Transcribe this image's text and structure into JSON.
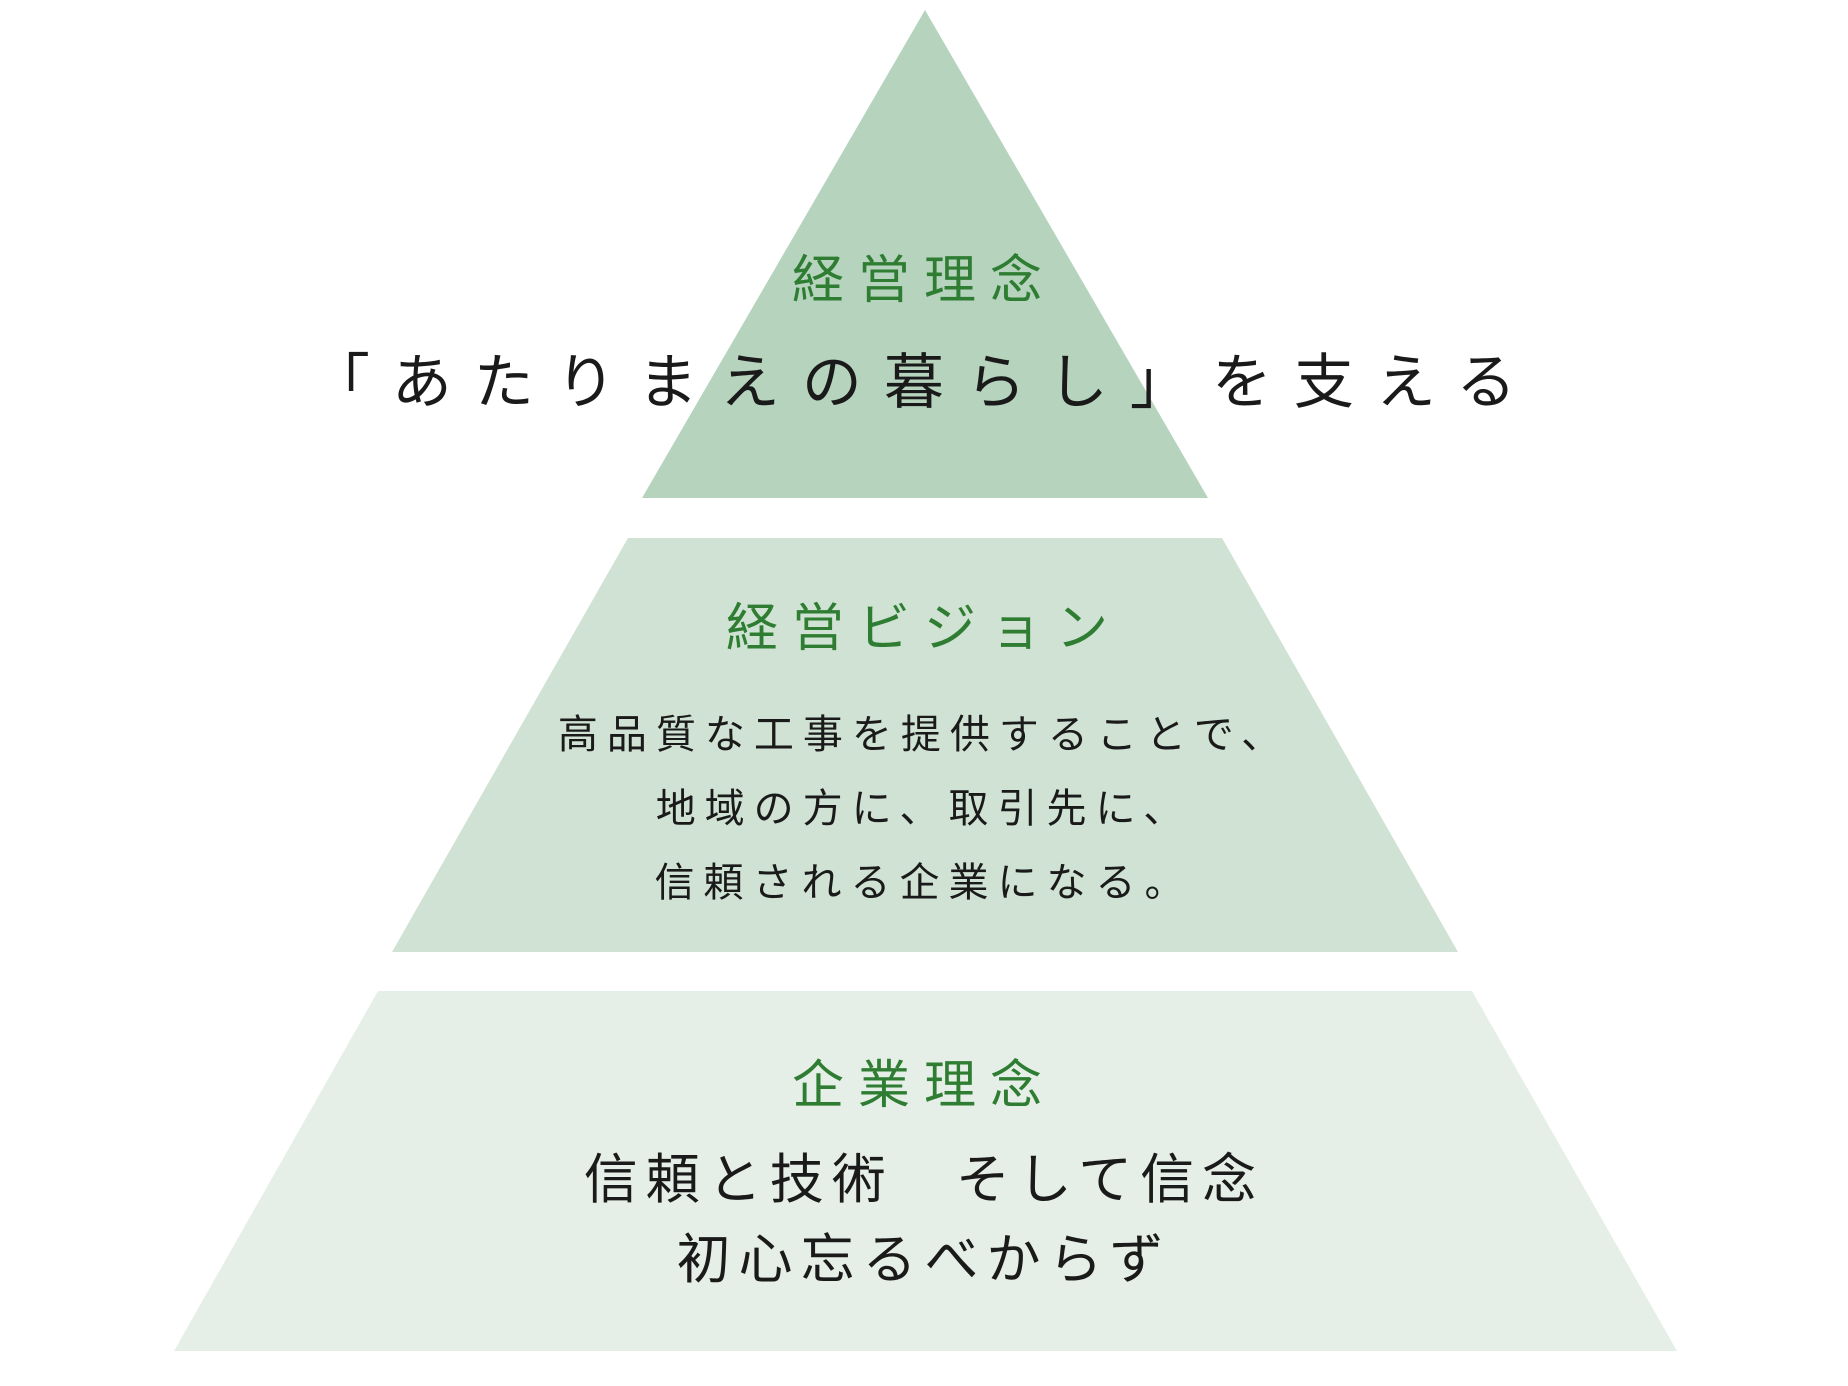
{
  "colors": {
    "top_fill": "#b5d3bd",
    "middle_fill": "#cfe2d3",
    "bottom_fill": "#e6efe7",
    "heading": "#2e7d32",
    "body_text": "#1a1a1a",
    "background": "#ffffff"
  },
  "pyramid": {
    "top": {
      "heading": "経営理念",
      "lines": [
        "「あたりまえの暮らし」を支える"
      ]
    },
    "middle": {
      "heading": "経営ビジョン",
      "lines": [
        "高品質な工事を提供することで、",
        "地域の方に、取引先に、",
        "信頼される企業になる。"
      ]
    },
    "bottom": {
      "heading": "企業理念",
      "lines": [
        "信頼と技術　そして信念",
        "初心忘るべからず"
      ]
    }
  }
}
